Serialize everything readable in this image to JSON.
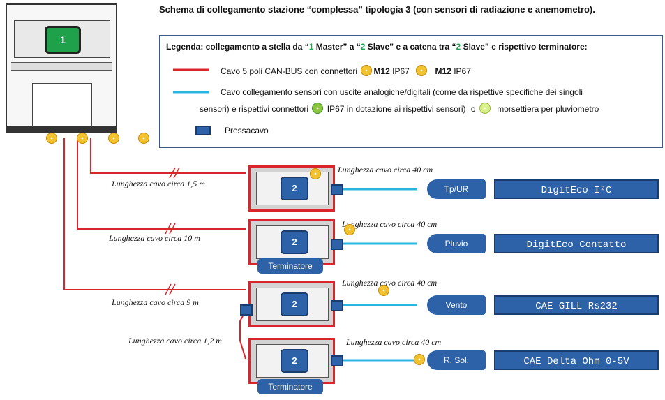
{
  "title": "Schema di collegamento stazione “complessa” tipologia 3 (con sensori di radiazione e anemometro).",
  "colors": {
    "can_bus": "#d9252b",
    "sensor_cable": "#29b5e0",
    "module": "#2e62a8",
    "master_green": "#1fa04a"
  },
  "master": {
    "number": "1"
  },
  "legend": {
    "heading": {
      "part1": "Legenda: collegamento a stella da “",
      "num1": "1",
      "part2": " Master” a “",
      "num2": "2",
      "part3": " Slave” e a catena tra “",
      "num3": "2",
      "part4": " Slave” e rispettivo terminatore:"
    },
    "red_line": {
      "text": "Cavo 5 poli CAN-BUS con connettori",
      "conn1": "M12",
      "ip1": "IP67",
      "conn2": "M12",
      "ip2": "IP67"
    },
    "blue_line": {
      "line1": "Cavo collegamento sensori con uscite analogiche/digitali (come da rispettive specifiche dei singoli",
      "line2a": "sensori) e rispettivi connettori",
      "line2b": "IP67 in dotazione ai rispettivi sensori)",
      "line2c": "o",
      "line2d": "morsettiera per pluviometro"
    },
    "gland_label": "Pressacavo"
  },
  "cable_lengths": {
    "short_cable": "Lunghezza cavo circa 40 cm",
    "run1": "Lunghezza cavo circa 1,5 m",
    "run2": "Lunghezza cavo circa 10 m",
    "run3": "Lunghezza cavo circa 9 m",
    "run4": "Lunghezza cavo circa 1,2 m"
  },
  "slaves": [
    {
      "number": "2",
      "terminator": "",
      "tag": "Tp/UR",
      "sensor": "DigitEco I²C"
    },
    {
      "number": "2",
      "terminator": "Terminatore",
      "tag": "Pluvio",
      "sensor": "DigitEco Contatto"
    },
    {
      "number": "2",
      "terminator": "",
      "tag": "Vento",
      "sensor": "CAE GILL Rs232"
    },
    {
      "number": "2",
      "terminator": "Terminatore",
      "tag": "R. Sol.",
      "sensor": "CAE Delta Ohm 0-5V"
    }
  ]
}
